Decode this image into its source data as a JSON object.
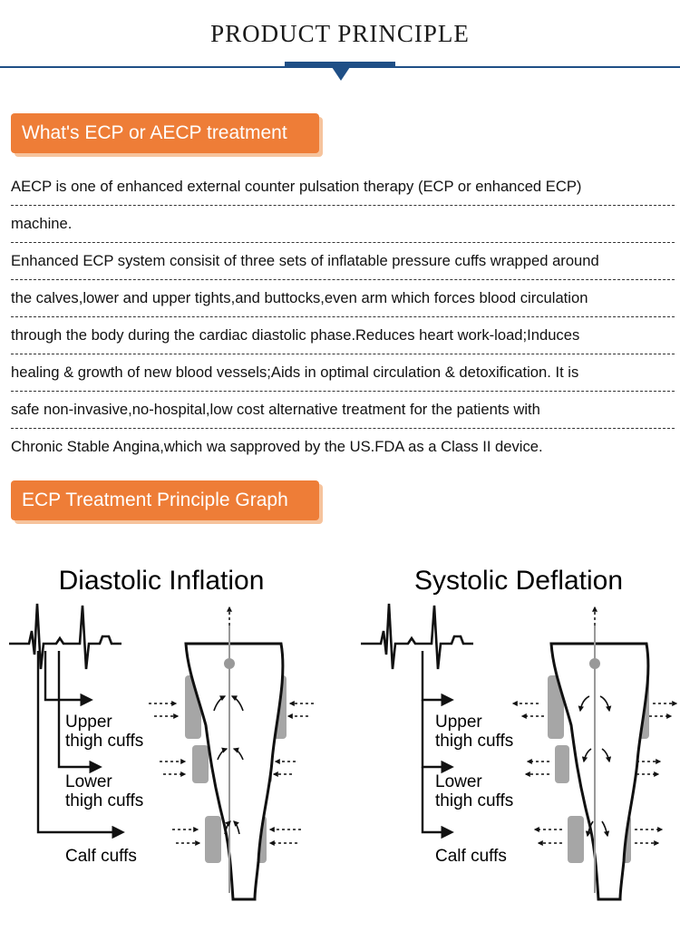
{
  "header": {
    "title": "PRODUCT PRINCIPLE"
  },
  "section1": {
    "title": "What's ECP or AECP treatment",
    "lines": [
      "AECP is one of enhanced external counter pulsation therapy (ECP or enhanced ECP)",
      "machine.",
      "Enhanced ECP system consisit of three sets of inflatable pressure cuffs wrapped around",
      "the calves,lower and upper tights,and buttocks,even arm which forces blood circulation",
      "through the body during the cardiac diastolic phase.Reduces heart work-load;Induces",
      "healing & growth of new blood vessels;Aids in optimal circulation & detoxification. It is",
      "safe non-invasive,no-hospital,low cost alternative treatment for the patients with",
      "Chronic Stable Angina,which wa sapproved by the US.FDA as a Class II device."
    ]
  },
  "section2": {
    "title": "ECP Treatment Principle Graph"
  },
  "diagram": {
    "left_title": "Diastolic Inflation",
    "right_title": "Systolic Deflation",
    "labels": {
      "upper1": "Upper",
      "upper2": "thigh cuffs",
      "lower1": "Lower",
      "lower2": "thigh cuffs",
      "calf": "Calf cuffs"
    }
  },
  "colors": {
    "accent": "#ee7d37",
    "header_blue": "#1f4f86",
    "cuff_gray": "#a6a6a6"
  }
}
